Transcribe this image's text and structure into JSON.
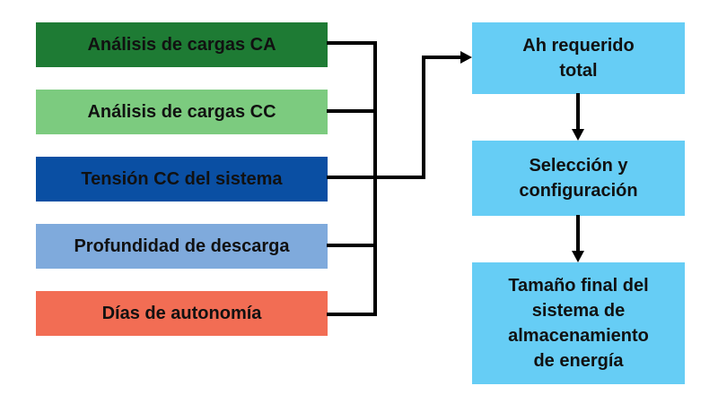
{
  "inputs": [
    {
      "label": "Análisis de cargas CA",
      "color": "#1e7b34"
    },
    {
      "label": "Análisis de cargas CC",
      "color": "#7ccb7f"
    },
    {
      "label": "Tensión CC del sistema",
      "color": "#0a4fa3"
    },
    {
      "label": "Profundidad de descarga",
      "color": "#7faadc"
    },
    {
      "label": "Días de autonomía",
      "color": "#f26d54"
    }
  ],
  "steps": [
    {
      "label": "Ah requerido\ntotal",
      "color": "#66cdf5"
    },
    {
      "label": "Selección y\nconfiguración",
      "color": "#66cdf5"
    },
    {
      "label": "Tamaño final del\nsistema de\nalmacenamiento\nde energía",
      "color": "#66cdf5"
    }
  ],
  "line_color": "#000000"
}
